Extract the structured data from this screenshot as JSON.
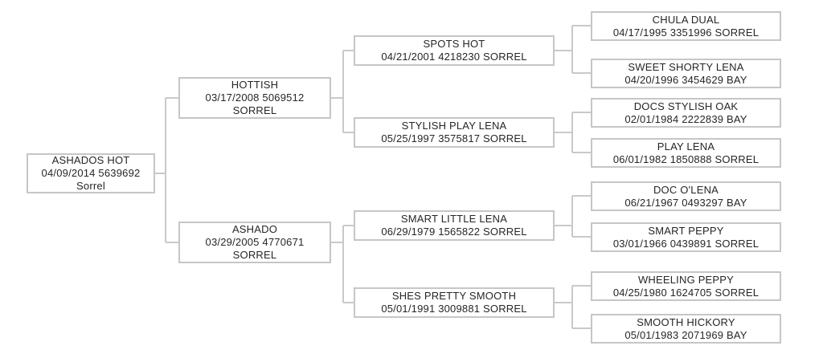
{
  "pedigree": {
    "root": {
      "name": "ASHADOS HOT",
      "details": "04/09/2014 5639692",
      "color": "Sorrel"
    },
    "gen2": [
      {
        "name": "HOTTISH",
        "details": "03/17/2008 5069512",
        "color": "SORREL"
      },
      {
        "name": "ASHADO",
        "details": "03/29/2005 4770671",
        "color": "SORREL"
      }
    ],
    "gen3": [
      {
        "name": "SPOTS HOT",
        "details": "04/21/2001 4218230 SORREL"
      },
      {
        "name": "STYLISH PLAY LENA",
        "details": "05/25/1997 3575817 SORREL"
      },
      {
        "name": "SMART LITTLE LENA",
        "details": "06/29/1979 1565822 SORREL"
      },
      {
        "name": "SHES PRETTY SMOOTH",
        "details": "05/01/1991 3009881 SORREL"
      }
    ],
    "gen4": [
      {
        "name": "CHULA DUAL",
        "details": "04/17/1995 3351996 SORREL"
      },
      {
        "name": "SWEET SHORTY LENA",
        "details": "04/20/1996 3454629 BAY"
      },
      {
        "name": "DOCS STYLISH OAK",
        "details": "02/01/1984 2222839 BAY"
      },
      {
        "name": "PLAY LENA",
        "details": "06/01/1982 1850888 SORREL"
      },
      {
        "name": "DOC O'LENA",
        "details": "06/21/1967 0493297 BAY"
      },
      {
        "name": "SMART PEPPY",
        "details": "03/01/1966 0439891 SORREL"
      },
      {
        "name": "WHEELING PEPPY",
        "details": "04/25/1980 1624705 SORREL"
      },
      {
        "name": "SMOOTH HICKORY",
        "details": "05/01/1983 2071969 BAY"
      }
    ]
  },
  "colors": {
    "background": "#ffffff",
    "box_border": "#c6c6c6",
    "connector_line": "#c9c9c9",
    "text": "#262626"
  }
}
